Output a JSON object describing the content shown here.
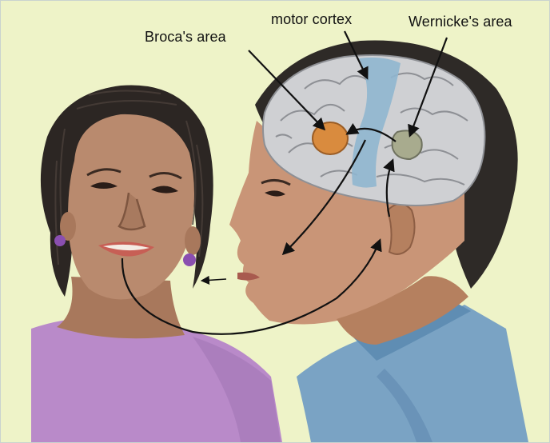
{
  "labels": {
    "broca": "Broca's area",
    "motor_cortex": "motor cortex",
    "wernicke": "Wernicke's area"
  },
  "colors": {
    "background": "#eef3c8",
    "skin_woman": "#b98a6e",
    "skin_man": "#c99577",
    "brain": "#cfd0d3",
    "motor_strip": "#8fb6cf",
    "broca_area": "#d98b3e",
    "wernicke_area": "#a8ab8e",
    "shirt_woman": "#b98ac9",
    "shirt_man": "#7aa3c4",
    "arrow": "#111111"
  }
}
